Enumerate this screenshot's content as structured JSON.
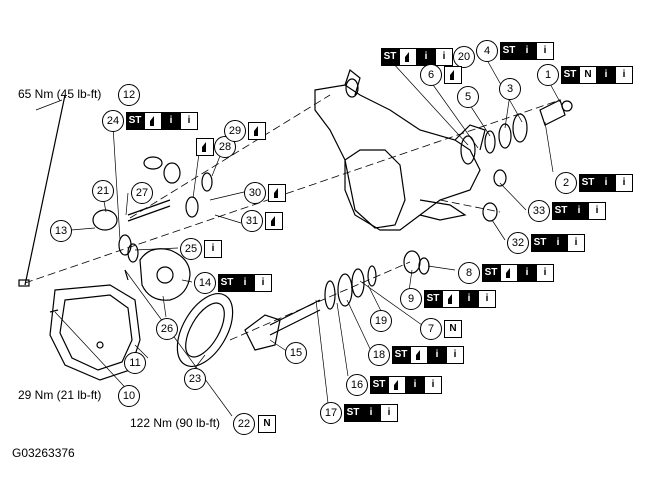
{
  "figure_id": "G03263376",
  "torque_specs": [
    {
      "id": "t12",
      "text": "65 Nm (45 lb-ft)",
      "ref": "12"
    },
    {
      "id": "t10",
      "text": "29 Nm (21 lb-ft)",
      "ref": "10"
    },
    {
      "id": "t22",
      "text": "122 Nm (90 lb-ft)",
      "ref": "22",
      "badge": "N"
    }
  ],
  "callouts": [
    {
      "num": "20",
      "badges": [
        "ST",
        "lube",
        "info",
        "i"
      ]
    },
    {
      "num": "4",
      "badges": [
        "ST",
        "info",
        "i"
      ]
    },
    {
      "num": "1",
      "badges": [
        "ST",
        "N",
        "info",
        "i"
      ]
    },
    {
      "num": "6",
      "badges": [
        "lube"
      ]
    },
    {
      "num": "5",
      "badges": []
    },
    {
      "num": "3",
      "badges": []
    },
    {
      "num": "24",
      "badges": [
        "ST",
        "lube",
        "info",
        "i"
      ]
    },
    {
      "num": "28",
      "badges": [
        "lube"
      ]
    },
    {
      "num": "29",
      "badges": [
        "lube"
      ]
    },
    {
      "num": "2",
      "badges": [
        "ST",
        "info",
        "i"
      ]
    },
    {
      "num": "27",
      "badges": []
    },
    {
      "num": "21",
      "badges": []
    },
    {
      "num": "30",
      "badges": [
        "lube"
      ]
    },
    {
      "num": "33",
      "badges": [
        "ST",
        "info",
        "i"
      ]
    },
    {
      "num": "31",
      "badges": [
        "lube"
      ]
    },
    {
      "num": "13",
      "badges": []
    },
    {
      "num": "25",
      "badges": [
        "i"
      ]
    },
    {
      "num": "32",
      "badges": [
        "ST",
        "info",
        "i"
      ]
    },
    {
      "num": "14",
      "badges": [
        "ST",
        "info",
        "i"
      ]
    },
    {
      "num": "8",
      "badges": [
        "ST",
        "lube",
        "info",
        "i"
      ]
    },
    {
      "num": "9",
      "badges": [
        "ST",
        "lube",
        "info",
        "i"
      ]
    },
    {
      "num": "26",
      "badges": []
    },
    {
      "num": "19",
      "badges": []
    },
    {
      "num": "7",
      "badges": [
        "N"
      ]
    },
    {
      "num": "11",
      "badges": []
    },
    {
      "num": "15",
      "badges": []
    },
    {
      "num": "18",
      "badges": [
        "ST",
        "lube",
        "info",
        "i"
      ]
    },
    {
      "num": "23",
      "badges": []
    },
    {
      "num": "16",
      "badges": [
        "ST",
        "lube",
        "info",
        "i"
      ]
    },
    {
      "num": "17",
      "badges": [
        "ST",
        "info",
        "i"
      ]
    }
  ],
  "badge_styles": {
    "ST": {
      "text": "ST",
      "style": "dark"
    },
    "N": {
      "text": "N",
      "style": "light"
    },
    "info": {
      "text": "i",
      "style": "dark"
    },
    "i": {
      "text": "i",
      "style": "light"
    },
    "lube": {
      "text": "",
      "style": "light"
    }
  },
  "colors": {
    "ink": "#000000",
    "paper": "#ffffff"
  }
}
